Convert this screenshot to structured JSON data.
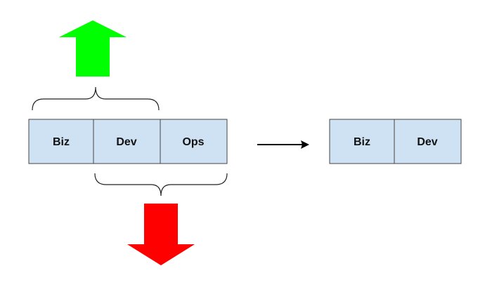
{
  "colors": {
    "box_fill": "#cfe2f3",
    "up_arrow": "#00ff00",
    "down_arrow": "#ff0000"
  },
  "left_group": {
    "boxes": [
      {
        "label": "Biz"
      },
      {
        "label": "Dev"
      },
      {
        "label": "Ops"
      }
    ]
  },
  "right_group": {
    "boxes": [
      {
        "label": "Biz"
      },
      {
        "label": "Dev"
      }
    ]
  },
  "icons": {
    "up_arrow": "arrow-up-icon",
    "down_arrow": "arrow-down-icon",
    "transition_arrow": "arrow-right-icon"
  }
}
